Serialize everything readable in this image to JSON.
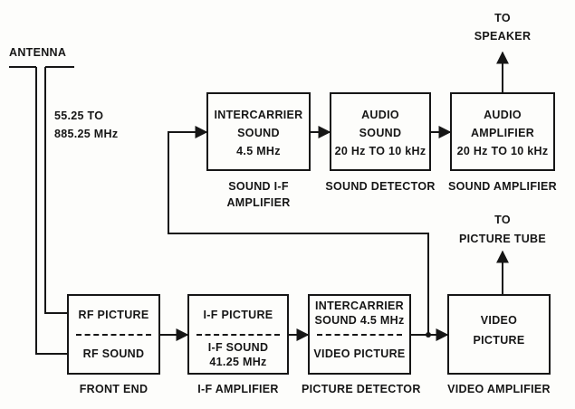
{
  "antenna": {
    "label": "ANTENNA",
    "freq_line1": "55.25 TO",
    "freq_line2": "885.25 MHz"
  },
  "front_end": {
    "top": "RF PICTURE",
    "bottom": "RF SOUND",
    "caption": "FRONT END"
  },
  "if_amp": {
    "top": "I-F PICTURE",
    "bottom_1": "I-F SOUND",
    "bottom_2": "41.25 MHz",
    "caption": "I-F AMPLIFIER"
  },
  "picture_detector": {
    "top_1": "INTERCARRIER",
    "top_2": "SOUND 4.5 MHz",
    "bottom": "VIDEO PICTURE",
    "caption": "PICTURE DETECTOR"
  },
  "video_amp": {
    "line1": "VIDEO",
    "line2": "PICTURE",
    "caption": "VIDEO AMPLIFIER",
    "out_1": "TO",
    "out_2": "PICTURE TUBE"
  },
  "sound_if": {
    "line1": "INTERCARRIER",
    "line2": "SOUND",
    "line3": "4.5 MHz",
    "caption_1": "SOUND I-F",
    "caption_2": "AMPLIFIER"
  },
  "sound_det": {
    "line1": "AUDIO",
    "line2": "SOUND",
    "line3": "20 Hz TO 10 kHz",
    "caption": "SOUND DETECTOR"
  },
  "sound_amp": {
    "line1": "AUDIO",
    "line2": "AMPLIFIER",
    "line3": "20 Hz  TO 10 kHz",
    "caption": "SOUND AMPLIFIER",
    "out_1": "TO",
    "out_2": "SPEAKER"
  }
}
